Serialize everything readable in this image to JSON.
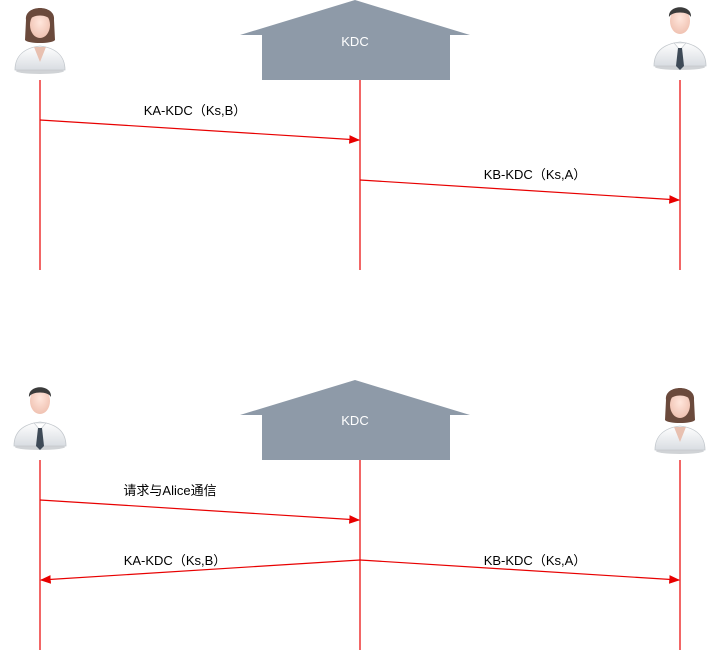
{
  "colors": {
    "lifeline": "#e80000",
    "kdc_fill": "#8e9aa8",
    "page_background": "#ffffff"
  },
  "diagrams": [
    {
      "kdc_label": "KDC",
      "left_actor_icon": "woman-user-icon",
      "right_actor_icon": "man-user-icon",
      "messages": {
        "m1": "KA-KDC（Ks,B）",
        "m2": "KB-KDC（Ks,A）"
      }
    },
    {
      "kdc_label": "KDC",
      "left_actor_icon": "man-user-icon",
      "right_actor_icon": "woman-user-icon",
      "messages": {
        "m1": "请求与Alice通信",
        "m2": "KA-KDC（Ks,B）",
        "m3": "KB-KDC（Ks,A）"
      }
    }
  ]
}
